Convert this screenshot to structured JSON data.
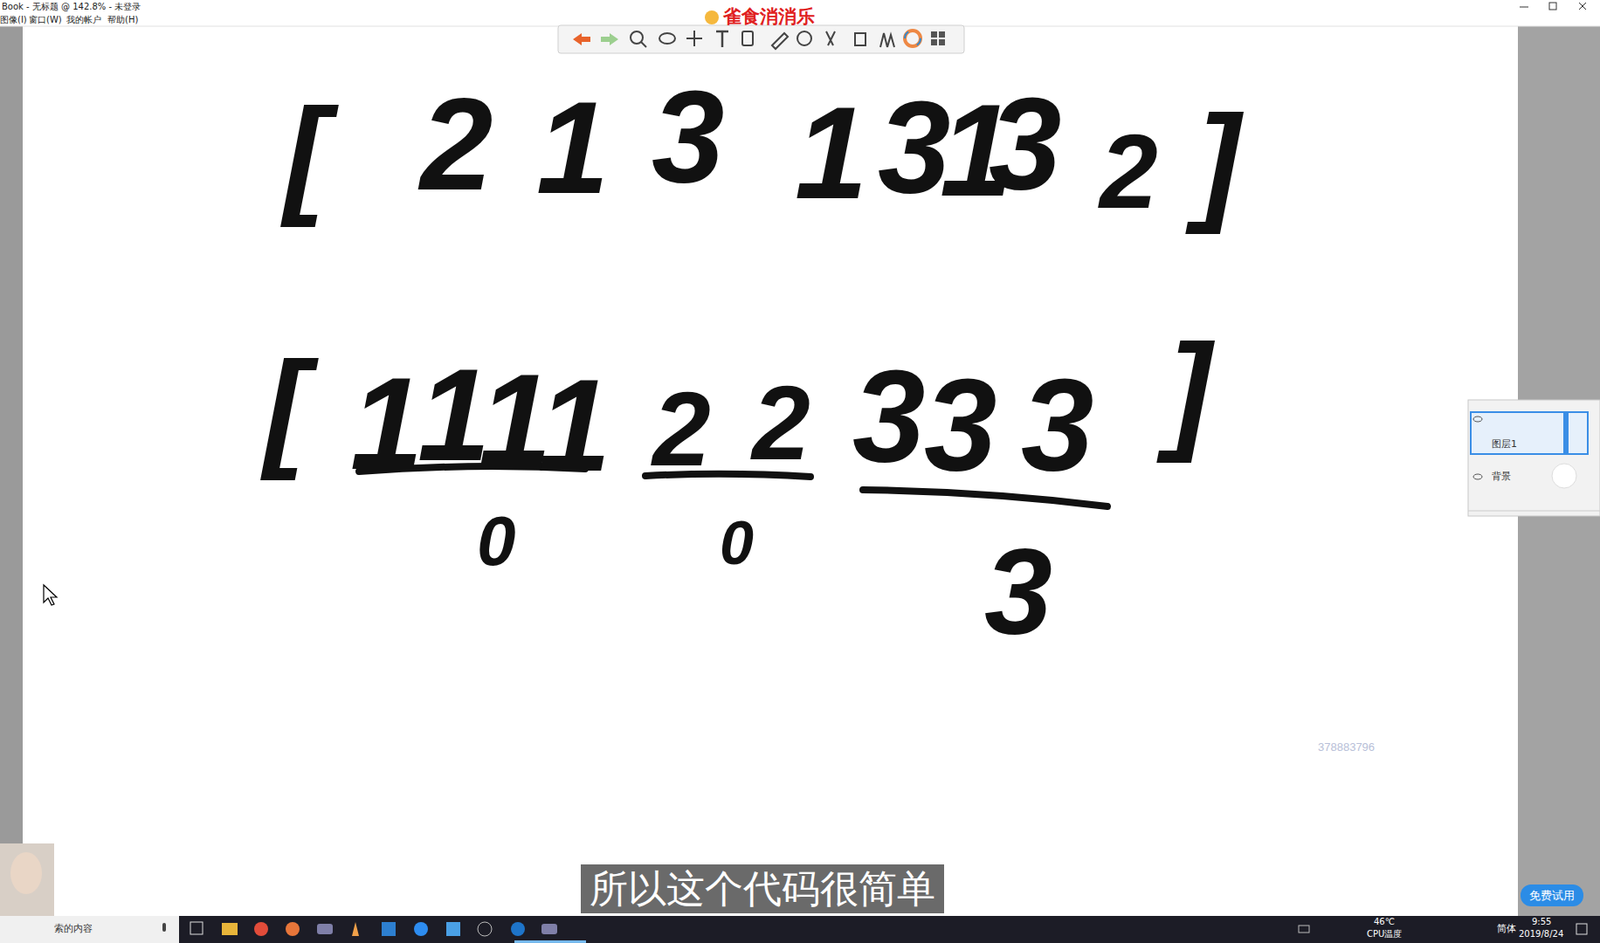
{
  "diagram": {
    "labels": [
      "Book - 无标题 @ 142.8% - 未登录",
      "图像(I)",
      "窗口(W)",
      "我的帐户",
      "帮助(H)",
      "雀食消消乐",
      "[",
      "2",
      "1",
      "3",
      "1",
      "3",
      "1",
      "3",
      "2",
      "]",
      "[",
      "1",
      "1",
      "1",
      "1",
      "2",
      "2",
      "3",
      "3",
      "3",
      "]",
      "0",
      "0",
      "3",
      "图层1",
      "背景",
      "378883796",
      "所以这个代码很简单",
      "免费试用",
      "索的内容",
      "46℃",
      "CPU温度",
      "简体",
      "9:55",
      "2019/8/24"
    ]
  }
}
